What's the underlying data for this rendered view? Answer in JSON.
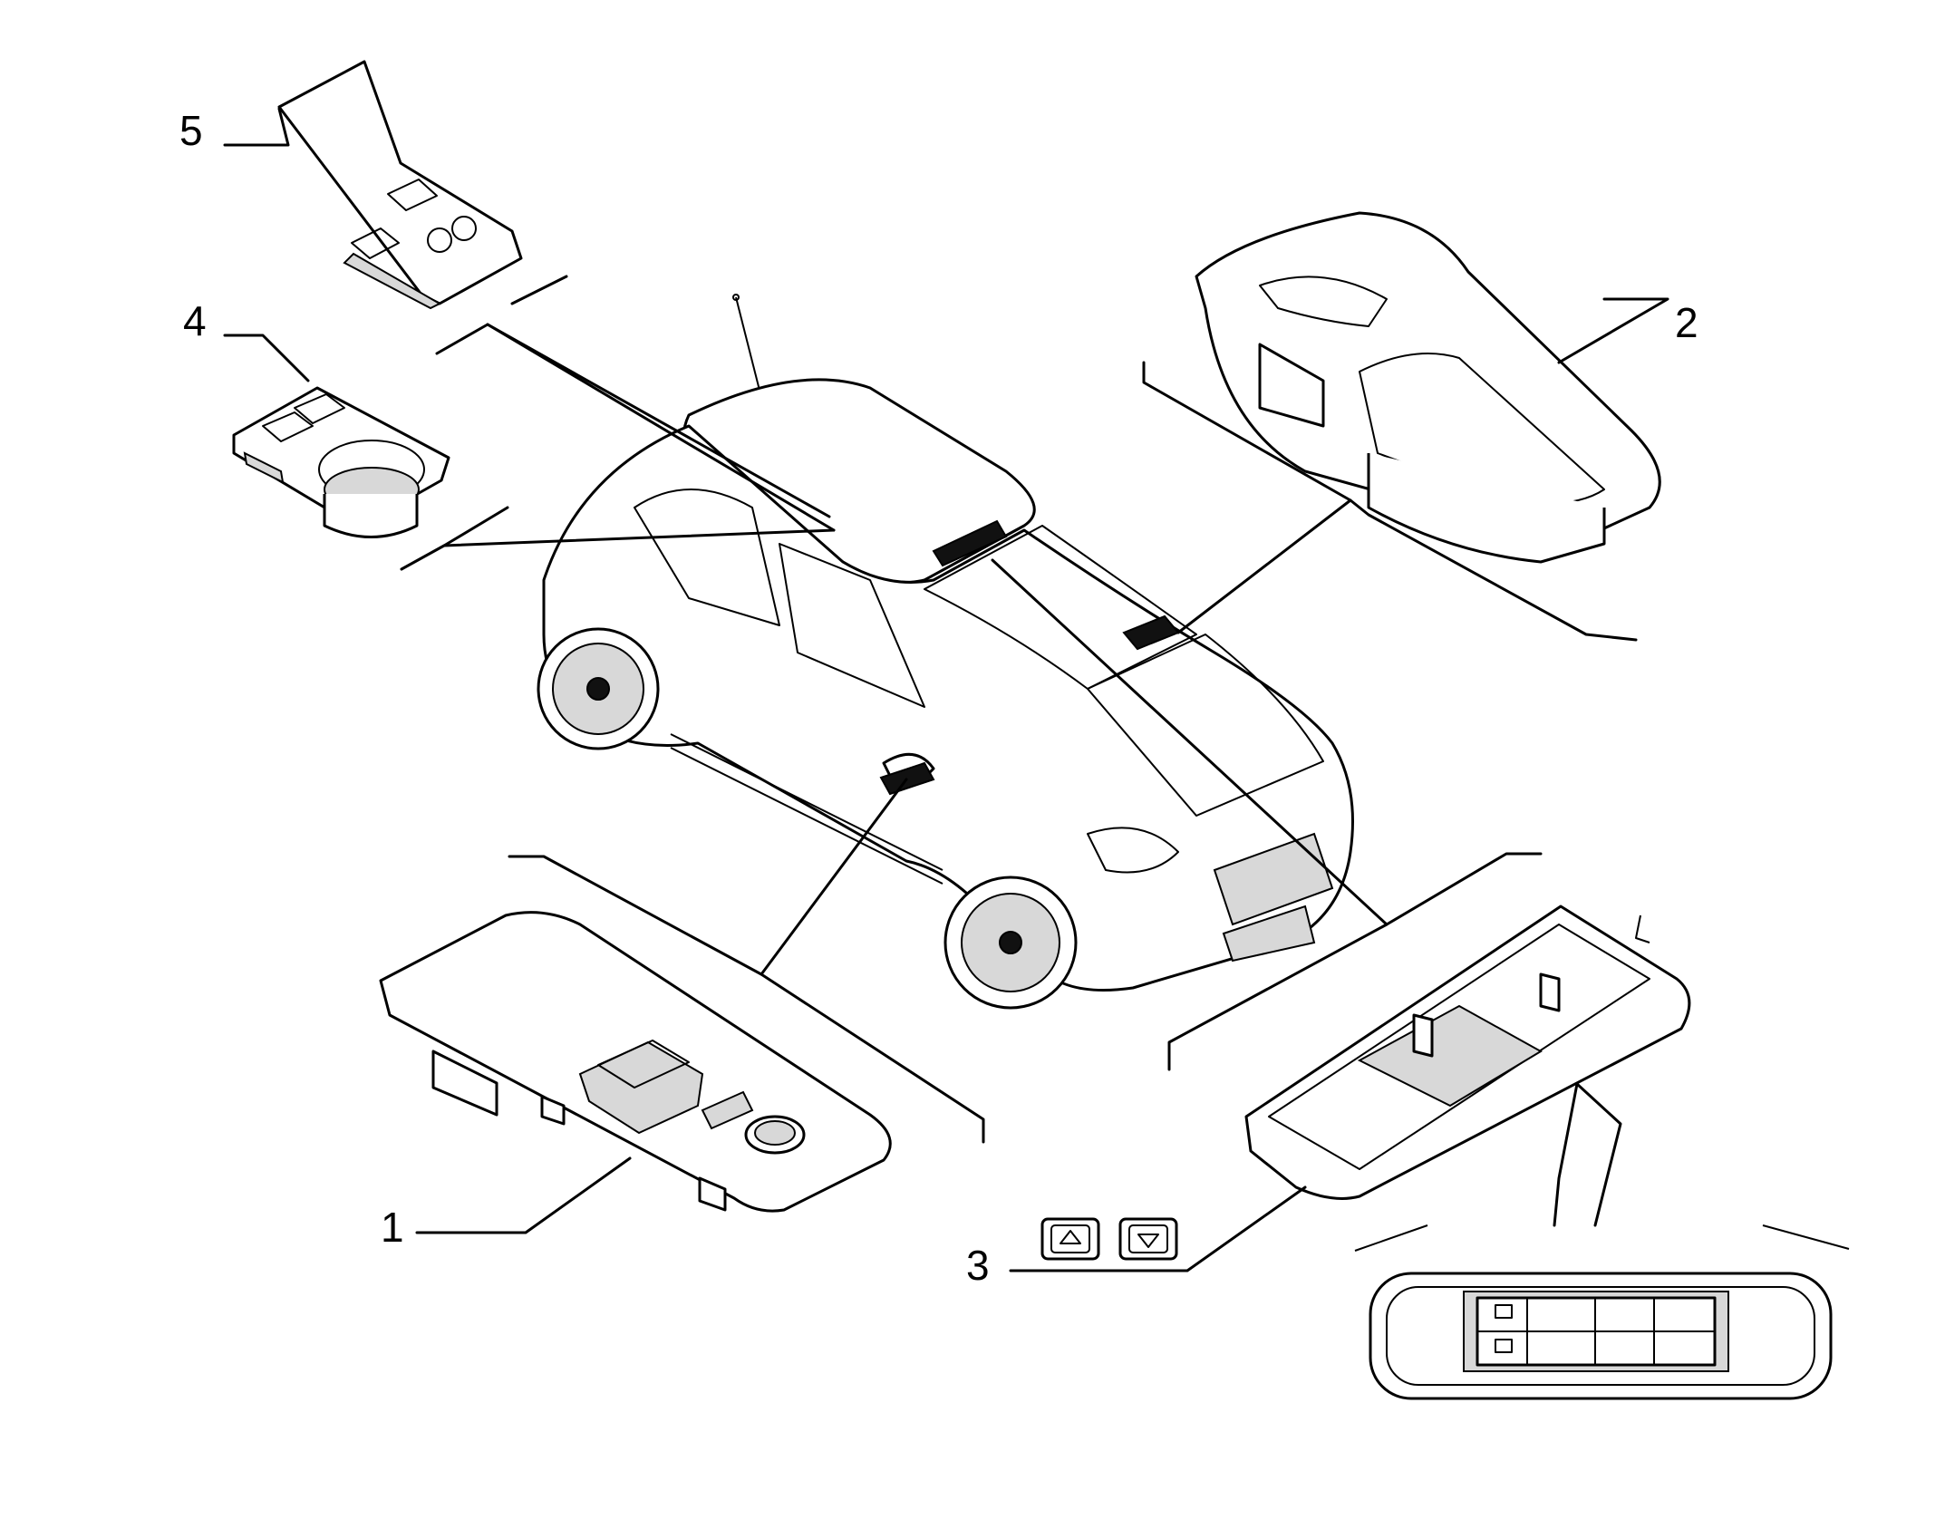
{
  "diagram": {
    "callouts": [
      {
        "id": "1",
        "label": "1"
      },
      {
        "id": "2",
        "label": "2"
      },
      {
        "id": "3",
        "label": "3"
      },
      {
        "id": "4",
        "label": "4"
      },
      {
        "id": "5",
        "label": "5"
      }
    ],
    "icons": [
      "window-up-switch-icon",
      "window-down-switch-icon"
    ]
  }
}
